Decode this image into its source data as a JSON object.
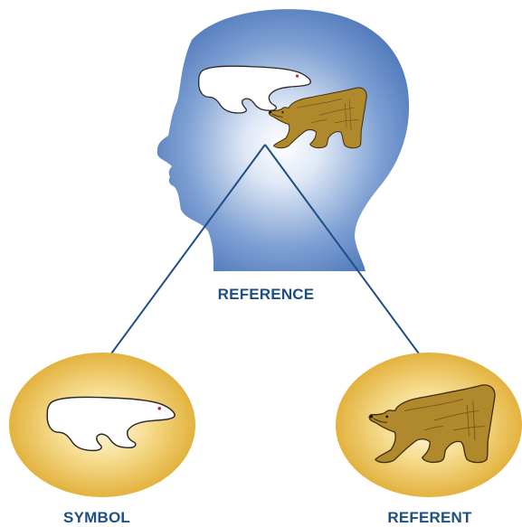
{
  "labels": {
    "reference": "REFERENCE",
    "symbol": "SYMBOL",
    "referent": "REFERENT"
  },
  "colors": {
    "head_fill": "#5b84c4",
    "head_glow": "#ffffff",
    "oval_fill": "#e4b53d",
    "oval_glow": "#fffbe6",
    "line": "#1e4f84",
    "label": "#1e4f84",
    "bear_fill": "#b1892d",
    "bear_outline": "#3d2c0c",
    "symbol_eye": "#d21f2a"
  },
  "icons": {
    "head": "human-head-silhouette-icon",
    "symbol": "bear-shape-symbol-icon",
    "referent": "realistic-bear-icon"
  }
}
